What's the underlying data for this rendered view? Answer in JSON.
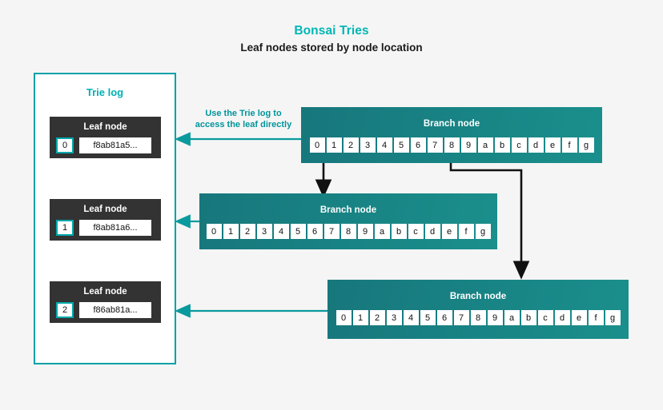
{
  "header": {
    "title": "Bonsai Tries",
    "subtitle": "Leaf nodes stored by node location"
  },
  "trie_log": {
    "panel_title": "Trie log",
    "leaf_label": "Leaf node",
    "leaves": [
      {
        "index": "0",
        "hash": "f8ab81a5..."
      },
      {
        "index": "1",
        "hash": "f8ab81a6..."
      },
      {
        "index": "2",
        "hash": "f86ab81a..."
      }
    ]
  },
  "annotation": {
    "line1": "Use the Trie log to",
    "line2": "access the leaf directly"
  },
  "branch_nodes": [
    {
      "label": "Branch node",
      "cells": [
        "0",
        "1",
        "2",
        "3",
        "4",
        "5",
        "6",
        "7",
        "8",
        "9",
        "a",
        "b",
        "c",
        "d",
        "e",
        "f",
        "g"
      ]
    },
    {
      "label": "Branch node",
      "cells": [
        "0",
        "1",
        "2",
        "3",
        "4",
        "5",
        "6",
        "7",
        "8",
        "9",
        "a",
        "b",
        "c",
        "d",
        "e",
        "f",
        "g"
      ]
    },
    {
      "label": "Branch node",
      "cells": [
        "0",
        "1",
        "2",
        "3",
        "4",
        "5",
        "6",
        "7",
        "8",
        "9",
        "a",
        "b",
        "c",
        "d",
        "e",
        "f",
        "g"
      ]
    }
  ],
  "colors": {
    "background": "#f5f5f5",
    "accent_teal": "#00b6b6",
    "panel_border": "#00a0a8",
    "branch_gradient_start": "#17777c",
    "branch_gradient_end": "#1a8f8c",
    "leaf_background": "#333333",
    "connector_black": "#111111",
    "connector_teal": "#0a9a9d"
  }
}
